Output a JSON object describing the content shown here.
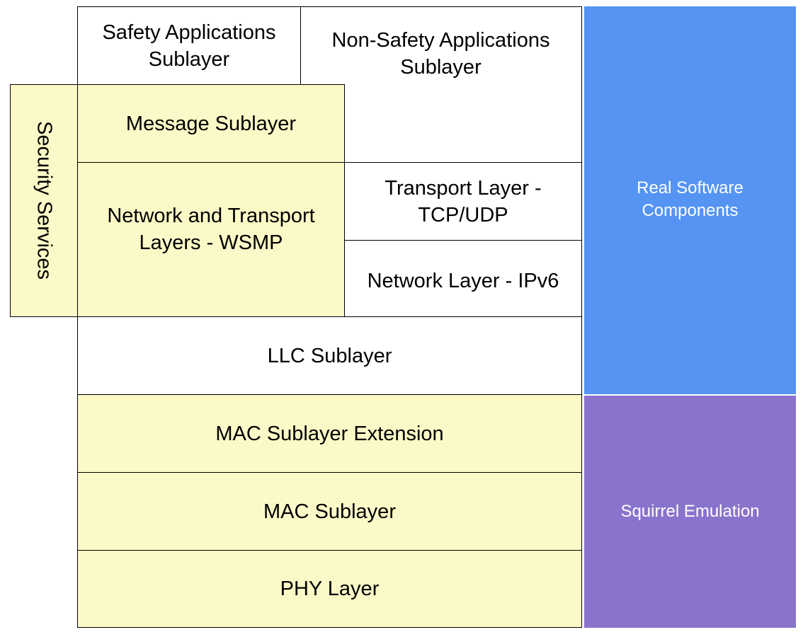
{
  "layers": {
    "safety_applications": [
      "Safety Applications",
      "Sublayer"
    ],
    "non_safety_applications": [
      "Non-Safety Applications",
      "Sublayer"
    ],
    "security_services": "Security Services",
    "message_sublayer": "Message Sublayer",
    "network_transport_wsmp": [
      "Network and Transport",
      "Layers - WSMP"
    ],
    "transport_tcp_udp": [
      "Transport Layer -",
      "TCP/UDP"
    ],
    "network_ipv6": "Network Layer - IPv6",
    "llc_sublayer": "LLC Sublayer",
    "mac_sublayer_extension": "MAC Sublayer Extension",
    "mac_sublayer": "MAC Sublayer",
    "phy_layer": "PHY Layer"
  },
  "legend": {
    "real_software": [
      "Real Software",
      "Components"
    ],
    "squirrel_emulation": "Squirrel Emulation"
  },
  "colors": {
    "real_software": "#5594f3",
    "squirrel_emulation": "#8a73cc",
    "emulated_layer_fill": "#fbf9c7"
  }
}
